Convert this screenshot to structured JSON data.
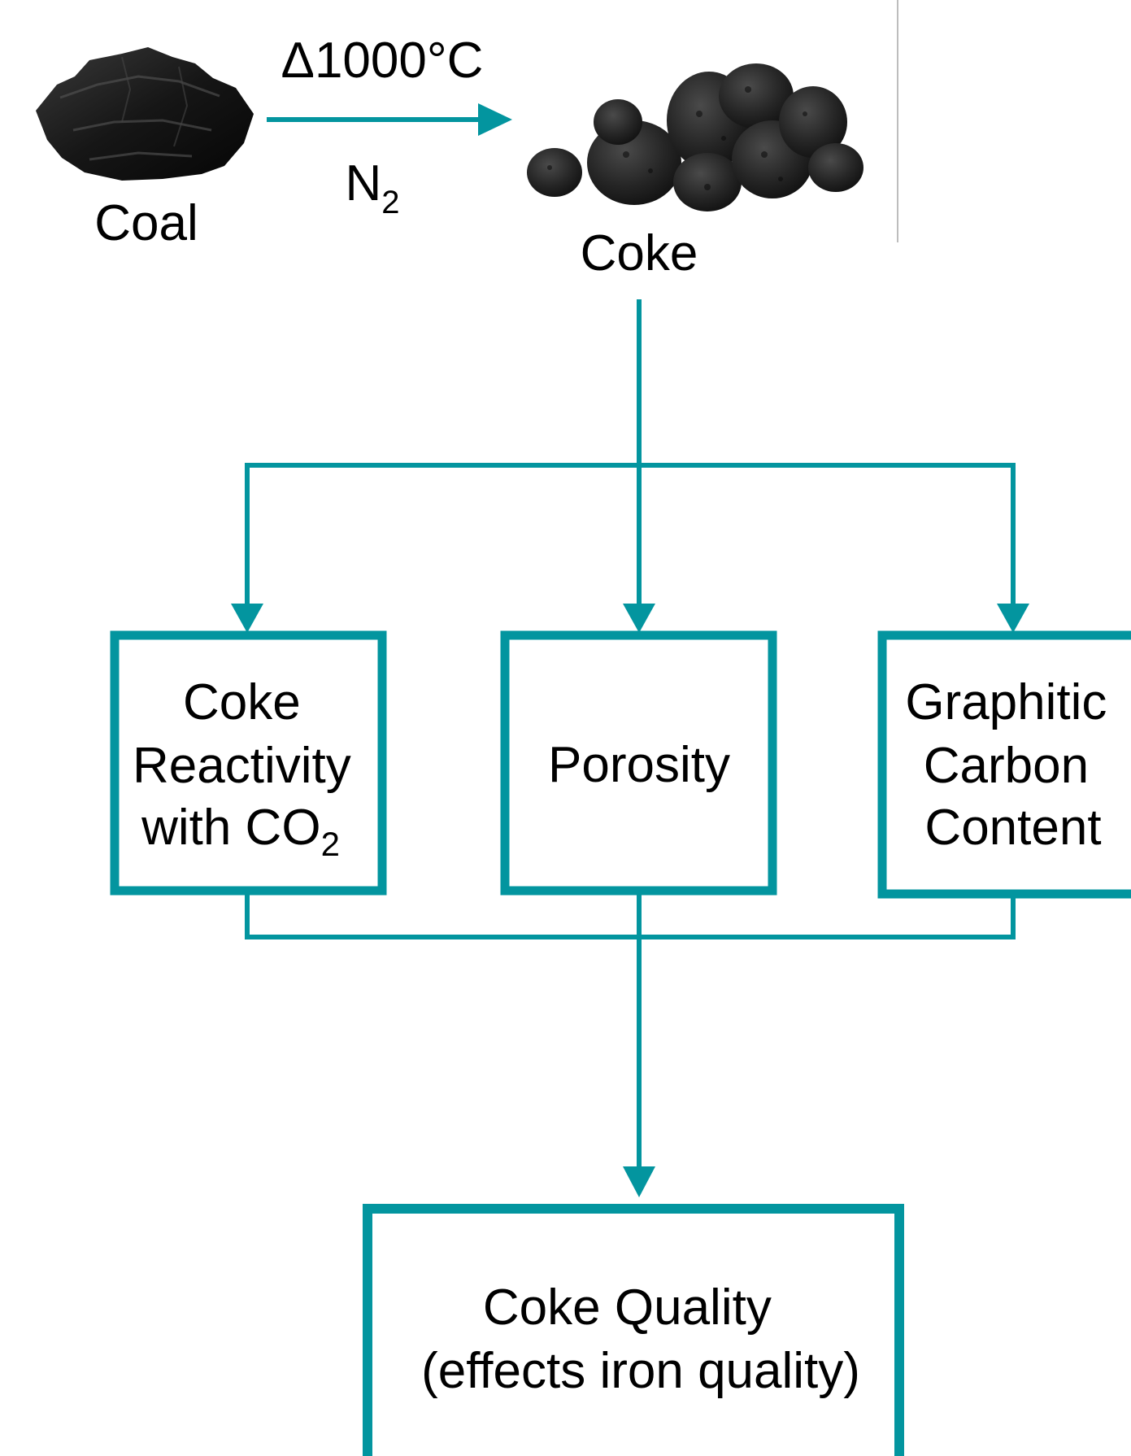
{
  "colors": {
    "accent": "#03959f",
    "text": "#000000",
    "coal": "#1b1b1b",
    "divider": "#bdbdbd"
  },
  "reaction": {
    "reactant_label": "Coal",
    "product_label": "Coke",
    "condition_temperature": "Δ1000°C",
    "condition_gas_main": "N",
    "condition_gas_sub": "2",
    "reactant_image": "coal-lump-photo",
    "product_image": "coke-pile-photo"
  },
  "properties": [
    {
      "id": "reactivity",
      "lines": [
        "Coke",
        "Reactivity",
        "with CO"
      ],
      "line3_sub": "2"
    },
    {
      "id": "porosity",
      "lines": [
        "Porosity"
      ]
    },
    {
      "id": "graphitic",
      "lines": [
        "Graphitic",
        "Carbon",
        "Content"
      ]
    }
  ],
  "result": {
    "line1": "Coke Quality",
    "line2": "(effects iron quality)"
  }
}
